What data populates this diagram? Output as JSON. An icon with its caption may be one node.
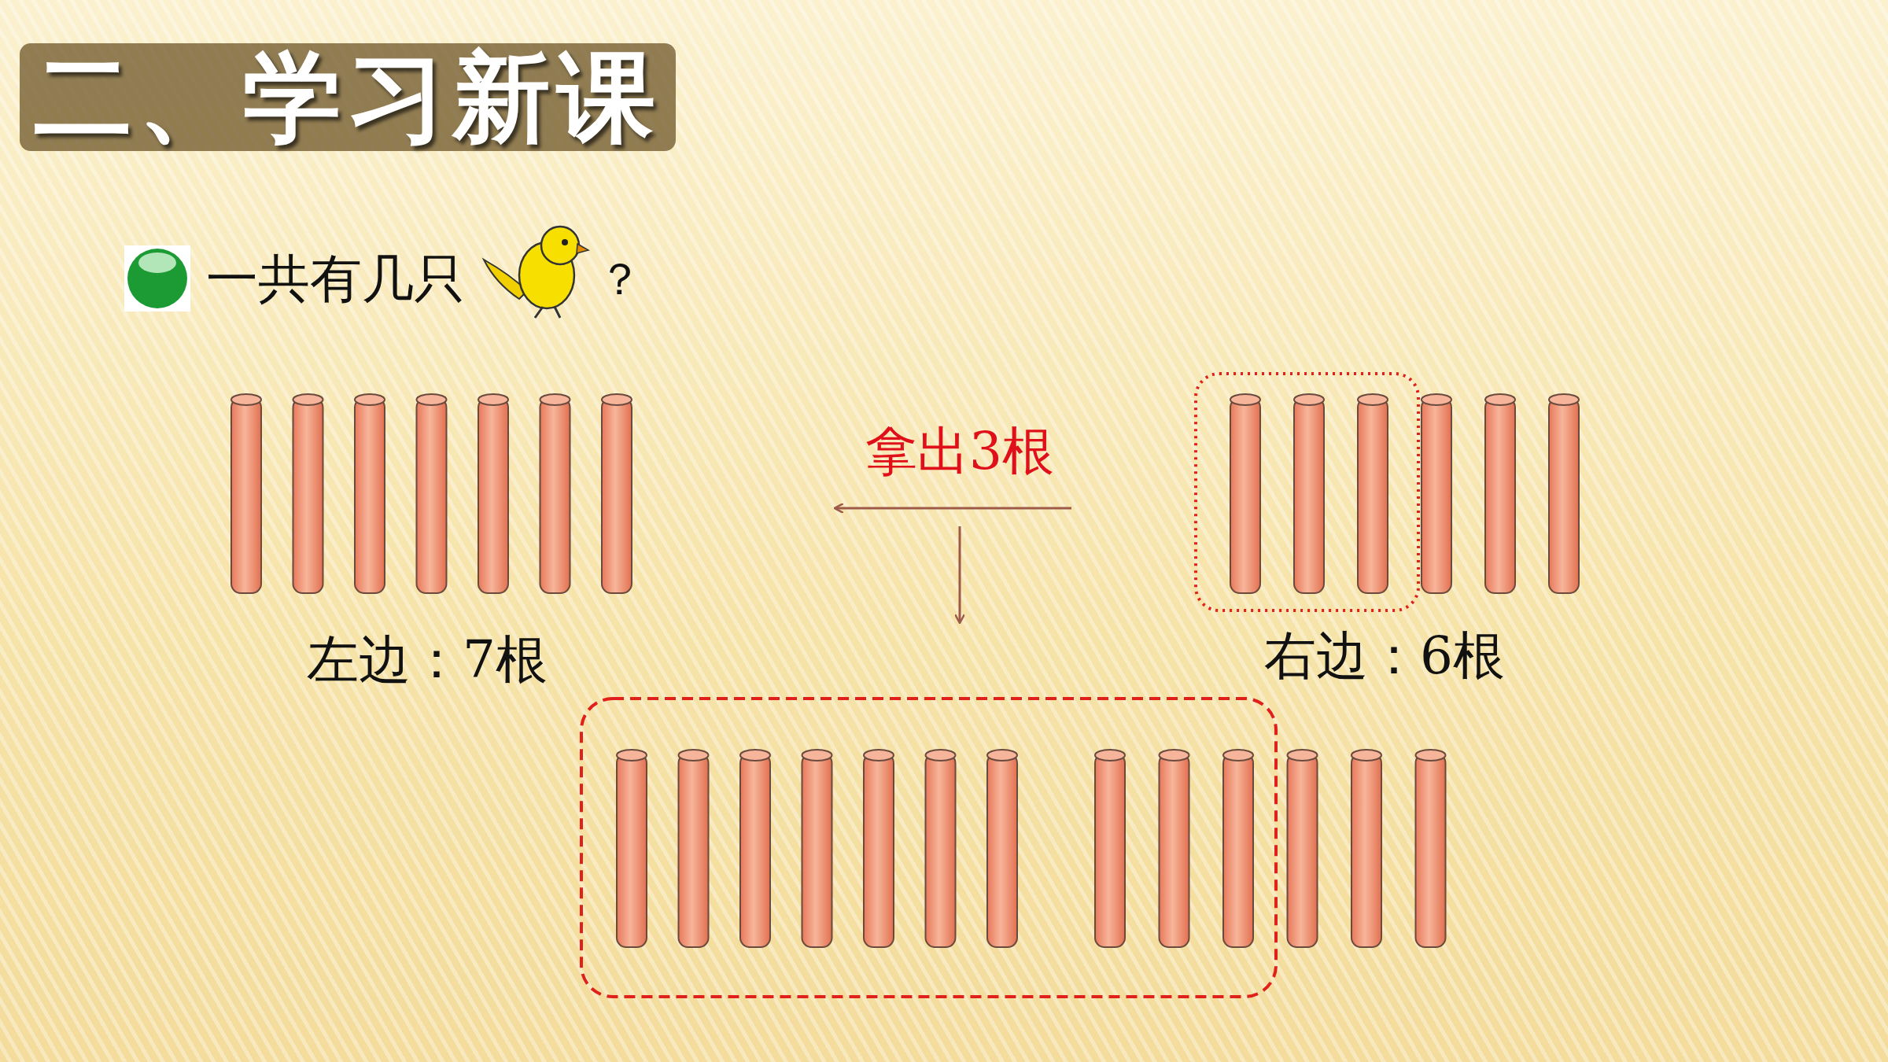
{
  "diagram": {
    "title": "二、学习新课",
    "labels": [
      "一共有几只",
      "？",
      "拿出3根",
      "左边：7根",
      "右边：6根"
    ]
  }
}
